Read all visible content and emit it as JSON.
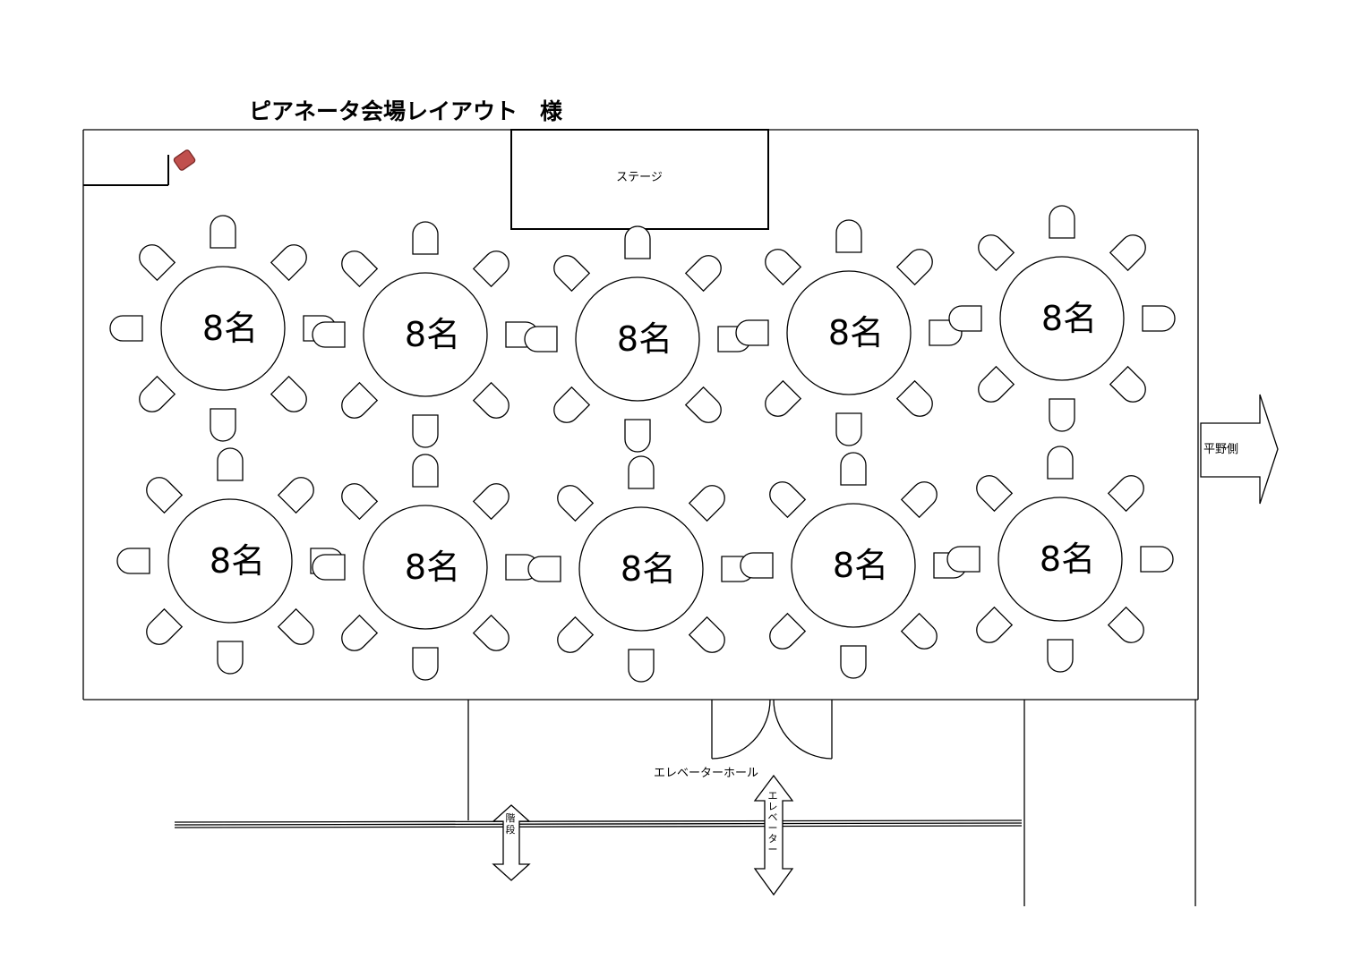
{
  "title": "ピアネータ会場レイアウト　様",
  "stage_label": "ステージ",
  "direction_label": "平野側",
  "elevator_hall_label": "エレベーターホール",
  "stairs_label": "階段",
  "elevator_label": "エレベーター",
  "tables": [
    {
      "label": "8名"
    },
    {
      "label": "8名"
    },
    {
      "label": "8名"
    },
    {
      "label": "8名"
    },
    {
      "label": "8名"
    },
    {
      "label": "8名"
    },
    {
      "label": "8名"
    },
    {
      "label": "8名"
    },
    {
      "label": "8名"
    },
    {
      "label": "8名"
    }
  ],
  "colors": {
    "marker": "#c0504d",
    "marker_stroke": "#7a2a28",
    "line": "#000000"
  }
}
